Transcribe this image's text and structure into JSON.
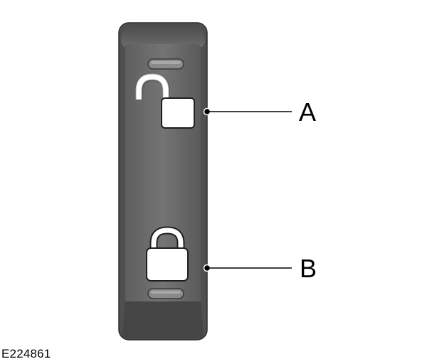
{
  "diagram": {
    "callouts": [
      {
        "letter": "A",
        "icon": "unlock-icon"
      },
      {
        "letter": "B",
        "icon": "lock-icon"
      }
    ],
    "figure_code": "E224861",
    "colors": {
      "panel_face": "#707070",
      "panel_shade": "#4d4d4d",
      "panel_edge": "#333333",
      "icon_fill": "#ffffff",
      "line": "#000000"
    }
  }
}
